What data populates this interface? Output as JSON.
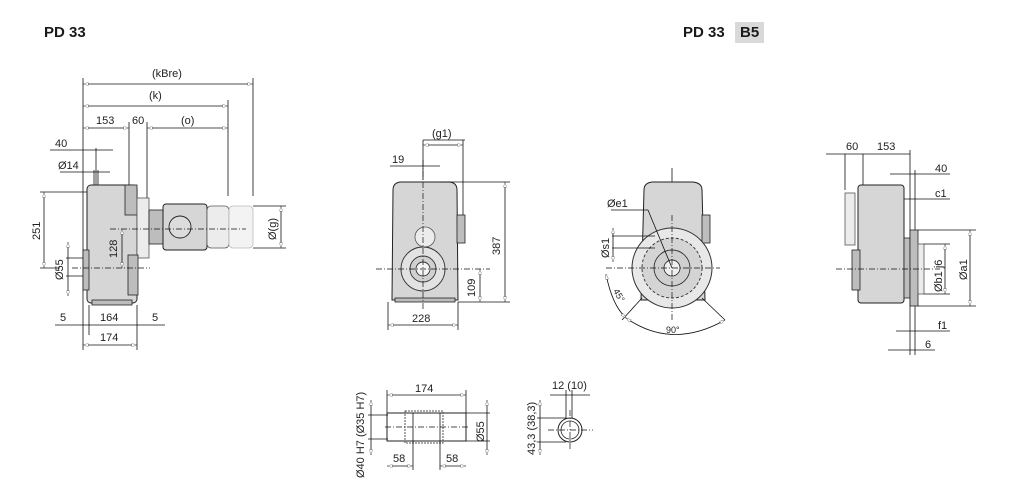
{
  "titles": {
    "left": "PD 33",
    "right": "PD 33",
    "right_badge": "B5"
  },
  "side_view": {
    "kBre": "(kBre)",
    "k": "(k)",
    "d153": "153",
    "d60": "60",
    "o": "(o)",
    "d40": "40",
    "d14": "Ø14",
    "d251": "251",
    "d128": "128",
    "d55": "Ø55",
    "g": "Ø(g)",
    "d5a": "5",
    "d164": "164",
    "d5b": "5",
    "d174": "174"
  },
  "front_view": {
    "g1": "(g1)",
    "d19": "19",
    "d387": "387",
    "d109": "109",
    "d228": "228"
  },
  "flange_view": {
    "e1": "Øe1",
    "s1": "Øs1",
    "a45": "45°",
    "a90": "90°"
  },
  "b5_side_view": {
    "d60": "60",
    "d153": "153",
    "d40": "40",
    "c1": "c1",
    "b1": "Øb1 j6",
    "a1": "Øa1",
    "f1": "f1",
    "d6": "6"
  },
  "hollow_shaft": {
    "d174": "174",
    "bore": "Ø40 H7  (Ø35 H7)",
    "d55": "Ø55",
    "d58a": "58",
    "d58b": "58"
  },
  "keyway": {
    "width": "12 (10)",
    "height": "43,3 (38,3)"
  }
}
